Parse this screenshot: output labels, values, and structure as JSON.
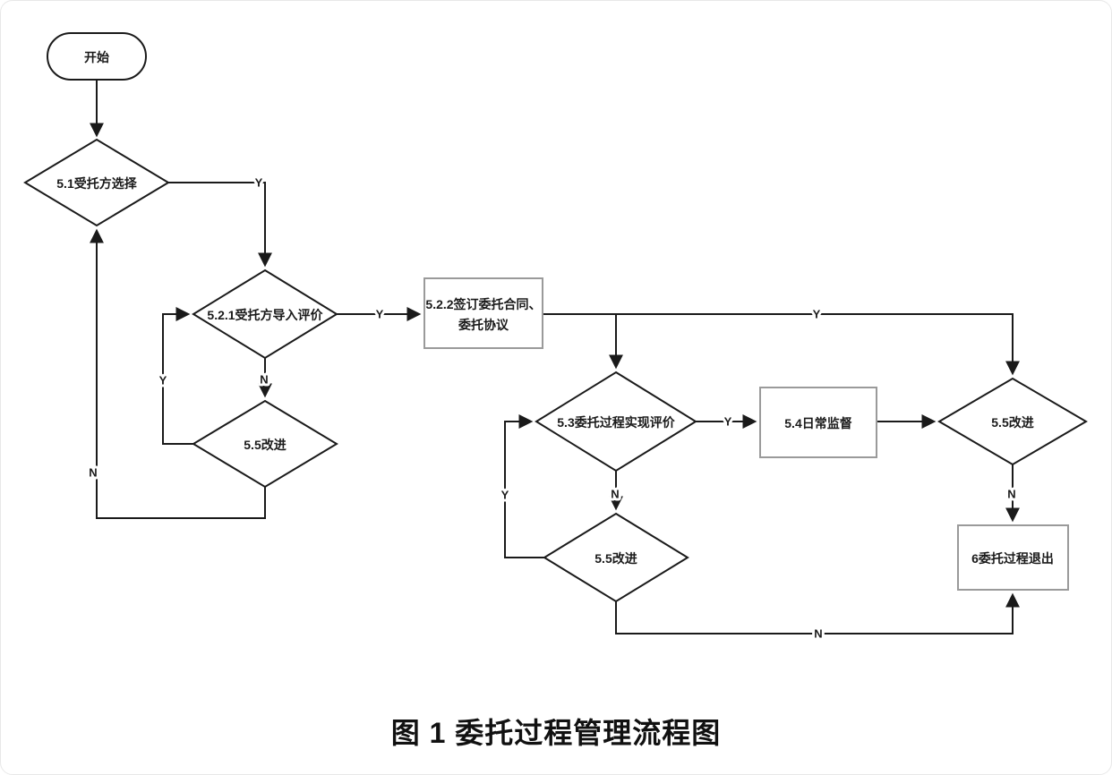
{
  "figure": {
    "caption": "图 1 委托过程管理流程图"
  },
  "nodes": {
    "start": {
      "type": "terminator",
      "label": "开始"
    },
    "d51": {
      "type": "decision",
      "label": "5.1受托方选择"
    },
    "d521": {
      "type": "decision",
      "label": "5.2.1受托方导入评价"
    },
    "d55a": {
      "type": "decision",
      "label": "5.5改进"
    },
    "r522": {
      "type": "process",
      "line1": "5.2.2签订委托合同、",
      "line2": "委托协议"
    },
    "d53": {
      "type": "decision",
      "label": "5.3委托过程实现评价"
    },
    "r54": {
      "type": "process",
      "label": "5.4日常监督"
    },
    "d55b": {
      "type": "decision",
      "label": "5.5改进"
    },
    "d55c": {
      "type": "decision",
      "label": "5.5改进"
    },
    "r6": {
      "type": "process",
      "label": "6委托过程退出"
    }
  },
  "edge_labels": {
    "d51_to_d521": "Y",
    "d521_to_d55a": "N",
    "d55a_to_d521": "Y",
    "d55a_to_d51": "N",
    "d521_to_r522": "Y",
    "r522_to_d55c": "Y",
    "d53_to_d55b": "N",
    "d55b_to_d53": "Y",
    "d53_to_r54": "Y",
    "d55c_to_r6": "N",
    "d55b_to_r6": "N"
  },
  "colors": {
    "line": "#1a1a1a",
    "decision_border": "#1a1a1a",
    "process_border": "#9a9a9a",
    "text": "#1a1a1a",
    "background": "#ffffff"
  }
}
